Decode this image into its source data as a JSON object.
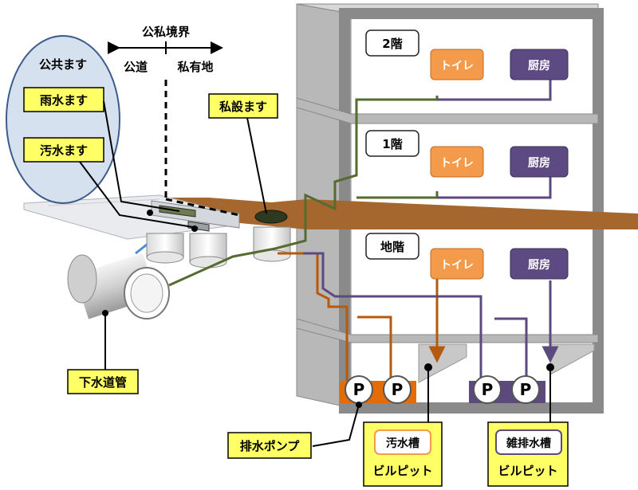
{
  "boundary": {
    "title": "公私境界",
    "public_road": "公道",
    "private_land": "私有地"
  },
  "public_basins": {
    "group_label": "公共ます",
    "rain": "雨水ます",
    "sewage": "汚水ます"
  },
  "private_basin": "私設ます",
  "sewer_pipe": "下水道管",
  "floors": {
    "second": "2階",
    "first": "1階",
    "basement": "地階"
  },
  "fixtures": {
    "toilet": "トイレ",
    "kitchen": "厨房"
  },
  "pump": {
    "symbol": "P",
    "label": "排水ポンプ"
  },
  "pits": {
    "sewage_tank": "汚水槽",
    "mixed_tank": "雑排水槽",
    "building_pit": "ビルピット"
  },
  "colors": {
    "fixture_toilet": "#f39a4b",
    "fixture_kitchen": "#5e4a82",
    "pipe_green": "#556b2f",
    "pipe_orange": "#b5590f",
    "pipe_purple": "#5c4a7f",
    "ground": "#a5672e",
    "callout_fill": "#ffff66",
    "circle_fill": "#d6e1f0",
    "circle_stroke": "#3d5c8c",
    "building": "#c8c8c8"
  }
}
